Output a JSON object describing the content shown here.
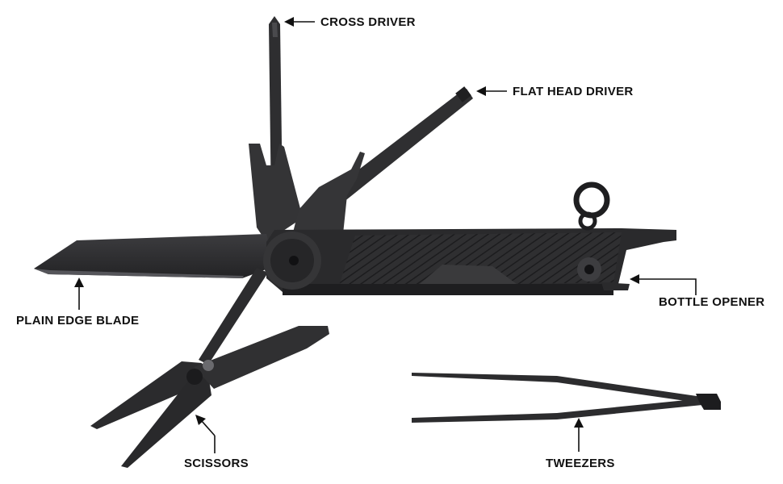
{
  "labels": {
    "cross_driver": "CROSS DRIVER",
    "flat_head_driver": "FLAT HEAD DRIVER",
    "plain_edge_blade": "PLAIN EDGE BLADE",
    "bottle_opener": "BOTTLE OPENER",
    "scissors": "SCISSORS",
    "tweezers": "TWEEZERS"
  },
  "colors": {
    "tool_dark": "#2b2b2d",
    "tool_mid": "#3a3a3c",
    "tool_light": "#4a4a4d",
    "label_text": "#111111",
    "background": "#ffffff"
  }
}
